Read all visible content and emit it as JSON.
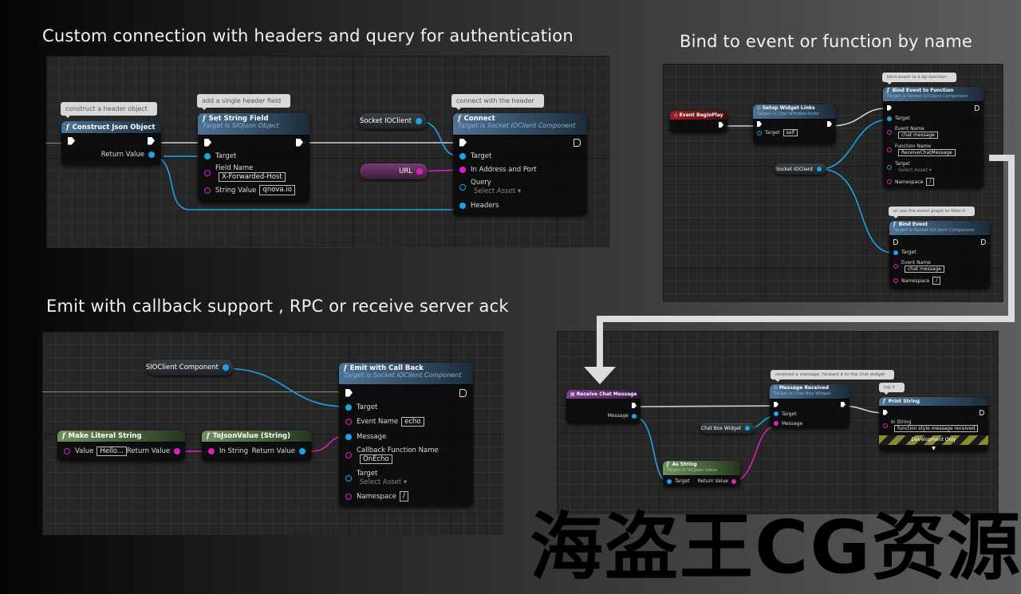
{
  "titles": {
    "p1": "Custom connection with headers and query for authentication",
    "p2": "Bind to event or function by name",
    "p3": "Emit with callback support , RPC or receive server ack"
  },
  "p1": {
    "c_construct": "construct a header object",
    "c_add": "add a single header field",
    "c_connect": "connect with the header",
    "construct": {
      "title": "Construct Json Object",
      "return": "Return Value"
    },
    "setfield": {
      "title": "Set String Field",
      "sub": "Target is SIOJson Object",
      "target": "Target",
      "field_name": "Field Name",
      "field_value": "X-Forwarded-Host",
      "string_value": "String Value",
      "string_val": "qnova.io"
    },
    "socket_var": "Socket IOClient",
    "url_var": "URL",
    "connect": {
      "title": "Connect",
      "sub": "Target is Socket IOClient Component",
      "target": "Target",
      "address": "In Address and Port",
      "query": "Query",
      "query_val": "Select Asset ▾",
      "headers": "Headers"
    }
  },
  "p2": {
    "beginplay": "Event BeginPlay",
    "setup": {
      "title": "Setup Widget Links",
      "sub": "Target is Chat Window Actor",
      "target": "Target",
      "target_val": "self"
    },
    "socket_var": "Socket IOClient",
    "c_bind": "bind event to a bp function",
    "bindfn": {
      "title": "Bind Event to Function",
      "sub": "Target is Socket IOClient Component",
      "target": "Target",
      "event_name": "Event Name",
      "event_val": "chat message",
      "function_name": "Function Name",
      "function_val": "ReceiveChatMessage",
      "target2": "Target",
      "target2_val": "Select Asset ▾",
      "namespace": "Namespace",
      "namespace_val": "/"
    },
    "c_graph": "or use the event graph to filter it",
    "bindev": {
      "title": "Bind Event",
      "sub": "Target is Socket IOClient Component",
      "target": "Target",
      "event_name": "Event Name",
      "event_val": "chat message",
      "namespace": "Namespace",
      "namespace_val": "/"
    }
  },
  "p3": {
    "sio_var": "SIOClient Component",
    "emit": {
      "title": "Emit with Call Back",
      "sub": "Target is Socket IOClient Component",
      "target": "Target",
      "event_name": "Event Name",
      "event_val": "echo",
      "message": "Message",
      "callback": "Callback Function Name",
      "callback_val": "OnEcho",
      "target2": "Target",
      "target2_val": "Select Asset ▾",
      "namespace": "Namespace",
      "namespace_val": "/"
    },
    "literal": {
      "title": "Make Literal String",
      "value": "Value",
      "value_val": "Hello...",
      "return": "Return Value"
    },
    "tojson": {
      "title": "ToJsonValue (String)",
      "in": "In String",
      "return": "Return Value"
    }
  },
  "p4": {
    "receive": {
      "title": "Receive Chat Message",
      "message": "Message"
    },
    "c_received": "received a message, forward it to the chat widget",
    "msgrecv": {
      "title": "Message Received",
      "sub": "Target is Chat Box Widget",
      "target": "Target",
      "message": "Message"
    },
    "chatbox_var": "Chat Box Widget",
    "c_log": "log it",
    "print": {
      "title": "Print String",
      "in": "In String",
      "in_val": "function style message received",
      "dev": "Development Only"
    },
    "asstring": {
      "title": "As String",
      "sub": "Target is SIOJson Value",
      "target": "Target",
      "return": "Return Value"
    }
  },
  "watermark": "海盗王CG资源",
  "colors": {
    "exec": "#ffffff",
    "object": "#1aa3e8",
    "string": "#e01ec0",
    "arrow": "#dcdcdc"
  }
}
